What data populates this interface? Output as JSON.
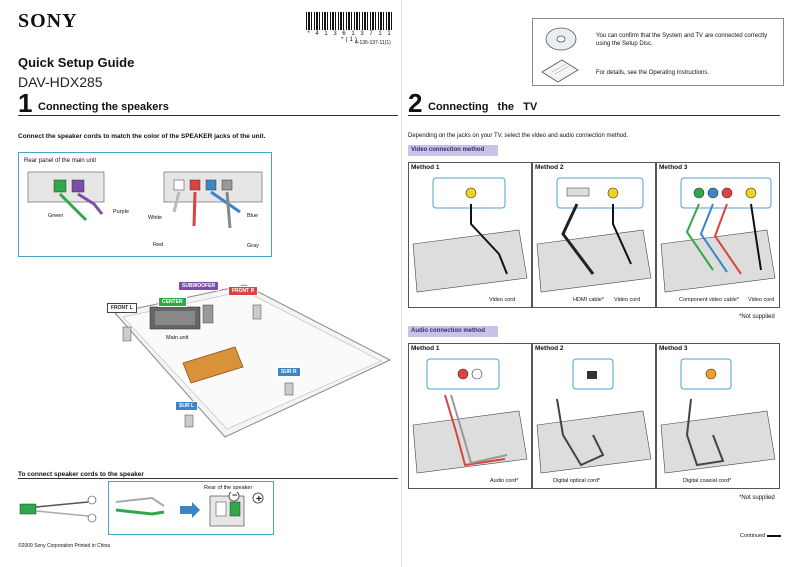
{
  "header": {
    "brand": "SONY",
    "guide_title": "Quick Setup Guide",
    "model": "DAV-HDX285",
    "barcode_number": "* 4 1 3 6 1 3 7 1 1 *(1)",
    "part_number": "4-136-137-11(1)"
  },
  "disc_panel": {
    "text1": "You can confirm that the System and TV are connected correctly using the Setup Disc.",
    "text2": "For details, see the Operating Instructions."
  },
  "section1": {
    "number": "1",
    "title": "Connecting the speakers",
    "instruction": "Connect the speaker cords to match the color of the SPEAKER jacks of the unit.",
    "rear_panel_label": "Rear panel of the main unit",
    "cord_colors": [
      "Green",
      "Purple",
      "White",
      "Blue",
      "Red",
      "Gray"
    ],
    "speakers": {
      "subwoofer": "SUBWOOFER",
      "front_r": "FRONT R",
      "front_l": "FRONT L",
      "center": "CENTER",
      "main_unit": "Main unit",
      "sur_r": "SUR R",
      "sur_l": "SUR L"
    },
    "connect_header": "To connect speaker cords to the speaker",
    "rear_of_speaker": "Rear of the speaker",
    "plus": "+",
    "minus": "−"
  },
  "section2": {
    "number": "2",
    "title": "Connecting the TV",
    "intro": "Depending on the jacks on your TV, select the video and audio connection method.",
    "video_header": "Video connection method",
    "audio_header": "Audio connection method",
    "video_methods": [
      {
        "label": "Method 1",
        "captions": [
          "Video cord"
        ]
      },
      {
        "label": "Method 2",
        "captions": [
          "HDMI cable*",
          "Video cord"
        ]
      },
      {
        "label": "Method 3",
        "captions": [
          "Component video cable*",
          "Video cord"
        ]
      }
    ],
    "audio_methods": [
      {
        "label": "Method 1",
        "captions": [
          "Audio cord*"
        ]
      },
      {
        "label": "Method 2",
        "captions": [
          "Digital optical cord*"
        ]
      },
      {
        "label": "Method 3",
        "captions": [
          "Digital coaxial cord*"
        ]
      }
    ],
    "not_supplied": "*Not supplied"
  },
  "footer": {
    "copyright": "©2009 Sony Corporation   Printed in China",
    "continued": "Continued"
  },
  "colors": {
    "accent_blue": "#4aa3c8",
    "subheader_bg": "#c9c3e6",
    "subwoofer_tag": "#7b4fa8",
    "front_r_tag": "#d9443f",
    "center_tag": "#2ea84a",
    "sur_tag": "#3a86c8"
  }
}
